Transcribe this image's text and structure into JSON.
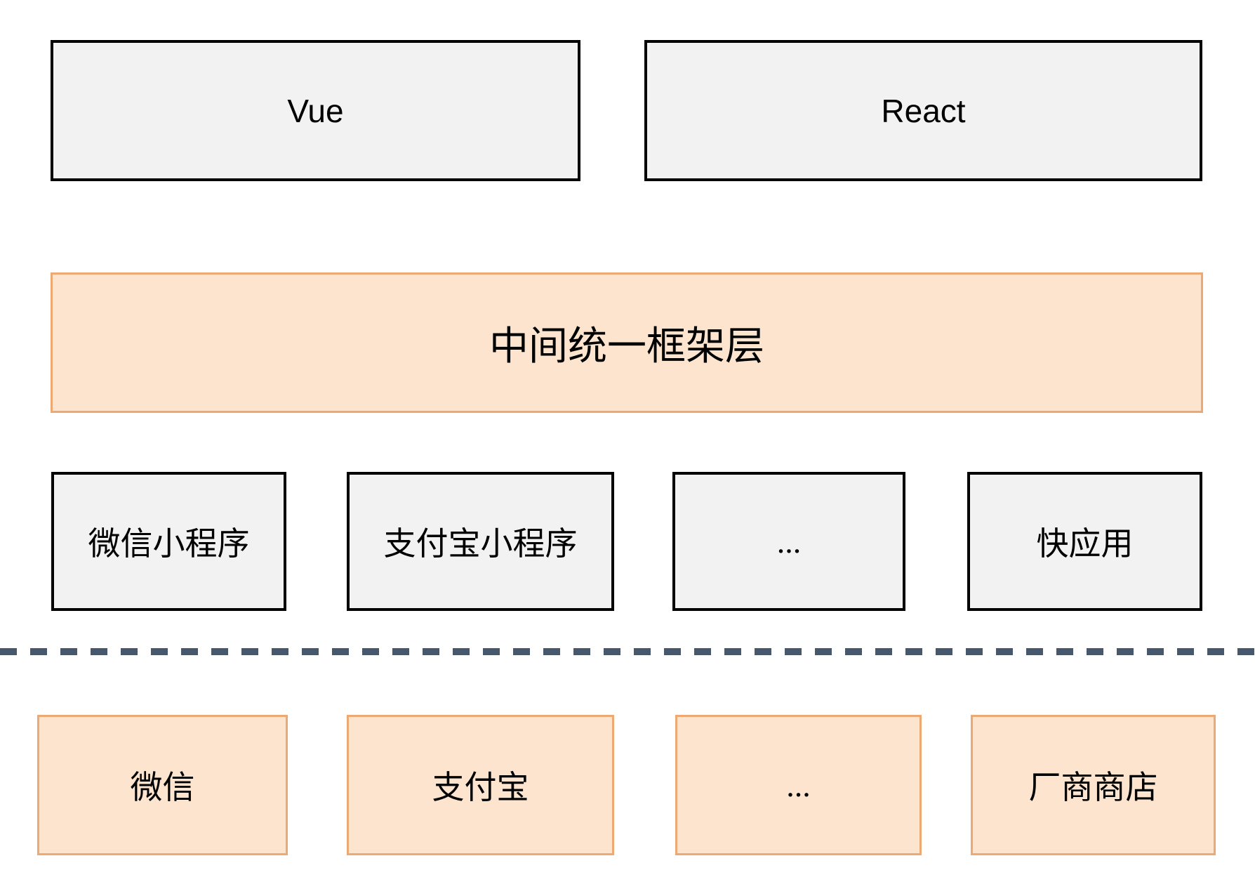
{
  "colors": {
    "background": "#ffffff",
    "gray_fill": "#f2f2f2",
    "gray_border": "#000000",
    "orange_fill": "#fce4ce",
    "orange_border": "#eda971",
    "divider": "#47586d",
    "text": "#000000"
  },
  "layers": {
    "frameworks": [
      {
        "label": "Vue"
      },
      {
        "label": "React"
      }
    ],
    "middle": {
      "label": "中间统一框架层"
    },
    "targets": [
      {
        "label": "微信小程序"
      },
      {
        "label": "支付宝小程序"
      },
      {
        "label": "..."
      },
      {
        "label": "快应用"
      }
    ],
    "platforms": [
      {
        "label": "微信"
      },
      {
        "label": "支付宝"
      },
      {
        "label": "..."
      },
      {
        "label": "厂商商店"
      }
    ]
  }
}
